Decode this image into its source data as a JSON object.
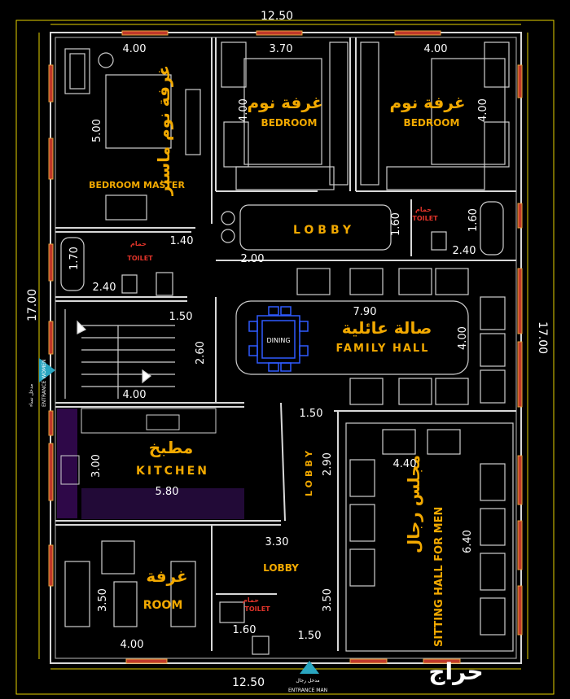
{
  "overall": {
    "width_top": "12.50",
    "width_bottom": "12.50",
    "height_left": "17.00",
    "height_right": "17.00"
  },
  "rooms": {
    "bedroom_master": {
      "ar": "غرفة نوم ماستر",
      "en": "BEDROOM MASTER",
      "w": "4.00",
      "h": "5.00"
    },
    "bedroom_1": {
      "ar": "غرفة نوم",
      "en": "BEDROOM",
      "w": "3.70",
      "h": "4.00"
    },
    "bedroom_2": {
      "ar": "غرفة نوم",
      "en": "BEDROOM",
      "w": "4.00",
      "h": "4.00"
    },
    "toilet_left": {
      "ar": "حمام",
      "en": "TOILET",
      "w": "2.40",
      "h": "1.70"
    },
    "toilet_right": {
      "ar": "حمام",
      "en": "TOILET",
      "w": "2.40",
      "h": "1.60"
    },
    "toilet_bottom": {
      "ar": "حمام",
      "en": "TOILET",
      "w": "1.60"
    },
    "lobby_top": {
      "en": "LOBBY",
      "w": "2.00",
      "h": "1.60",
      "extra": "1.40"
    },
    "stairs": {
      "w": "1.50",
      "h": "2.60",
      "w2": "4.00"
    },
    "family_hall": {
      "ar": "صالة عائلية",
      "en": "FAMILY HALL",
      "dining": "DINING",
      "w": "7.90",
      "h": "4.00"
    },
    "kitchen": {
      "ar": "مطبخ",
      "en": "KITCHEN",
      "w": "5.80",
      "h": "3.00"
    },
    "lobby_mid": {
      "en": "LOBBY",
      "w": "1.50",
      "h": "2.90"
    },
    "men_hall": {
      "ar": "مجلس رجال",
      "en": "SITTING HALL FOR MEN",
      "w": "4.40",
      "h": "6.40"
    },
    "room": {
      "ar": "غرفة",
      "en": "ROOM",
      "w": "4.00",
      "h": "3.50"
    },
    "lobby_bottom": {
      "en": "LOBBY",
      "w": "3.30",
      "h": "3.50",
      "w2": "1.50"
    }
  },
  "entrances": {
    "women": {
      "ar": "مدخل نساء",
      "en": "ENTRANCE WOMEN"
    },
    "men": {
      "ar": "مدخل رجال",
      "en": "ENTRANCE MAN"
    }
  },
  "watermark": "حراج",
  "colors": {
    "background": "#000000",
    "walls": "#d8d8d8",
    "label": "#f2a900",
    "toilet_label": "#e0342a",
    "window": "#c0392b",
    "dining": "#2f5bff"
  }
}
